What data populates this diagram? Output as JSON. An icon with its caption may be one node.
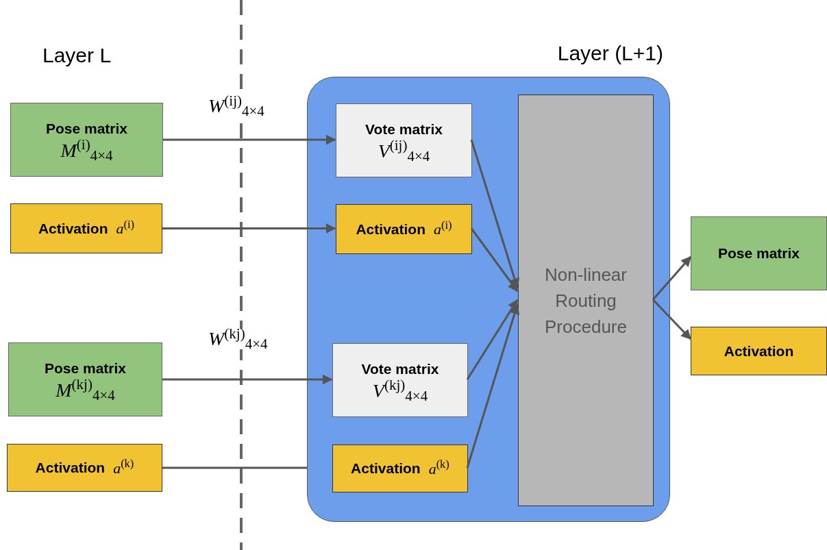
{
  "diagram": {
    "nodes": [
      {
        "text": [
          "Pose matrix",
          "*M*$^{(i)}$$_{4×4}$"
        ]
      },
      {
        "text": [
          "Activation",
          "*a*$^{(i)}$"
        ]
      },
      {
        "text": [
          "Pose matrix",
          "*M*$^{(kj)}$$_{4×4}$"
        ]
      },
      {
        "text": [
          "Activation",
          "*a*$^{(k)}$"
        ]
      },
      {
        "text": [
          "Layer (L+1)"
        ]
      },
      {
        "text": [
          "Vote matrix",
          "*V*$^{(ij)}$$_{4×4}$"
        ],
        "in": 4
      },
      {
        "text": [
          "Activation",
          "*a*$^{(i)}$"
        ],
        "in": 4
      },
      {
        "text": [
          "Vote matrix",
          "*V*$^{(kj)}$$_{4×4}$"
        ],
        "in": 4
      },
      {
        "text": [
          "Activation",
          "*a*$^{(k)}$"
        ],
        "in": 4
      },
      {
        "text": [
          "Non-linear Routing Procedure"
        ],
        "in": 4
      },
      {
        "text": [
          "Pose matrix"
        ]
      },
      {
        "text": [
          "Activation"
        ]
      }
    ],
    "edges": [
      {
        "from": 0,
        "to": 5,
        "arrow": "to",
        "label": "*W*$^{(ij)}$$_{4×4}$"
      },
      {
        "from": 1,
        "to": 6,
        "arrow": "to"
      },
      {
        "from": 2,
        "to": 7,
        "arrow": "to",
        "label": "*W*$^{(kj)}$$_{4×4}$"
      },
      {
        "from": 3,
        "to": 4,
        "arrow": "none"
      },
      {
        "from": 5,
        "to": 9,
        "arrow": "to"
      },
      {
        "from": 6,
        "to": 9,
        "arrow": "to"
      },
      {
        "from": 7,
        "to": 9,
        "arrow": "to"
      },
      {
        "from": 8,
        "to": 9,
        "arrow": "to"
      },
      {
        "from": 9,
        "to": 10,
        "arrow": "to"
      },
      {
        "from": 9,
        "to": 11,
        "arrow": "to"
      }
    ],
    "labels": [
      "Layer L"
    ]
  }
}
